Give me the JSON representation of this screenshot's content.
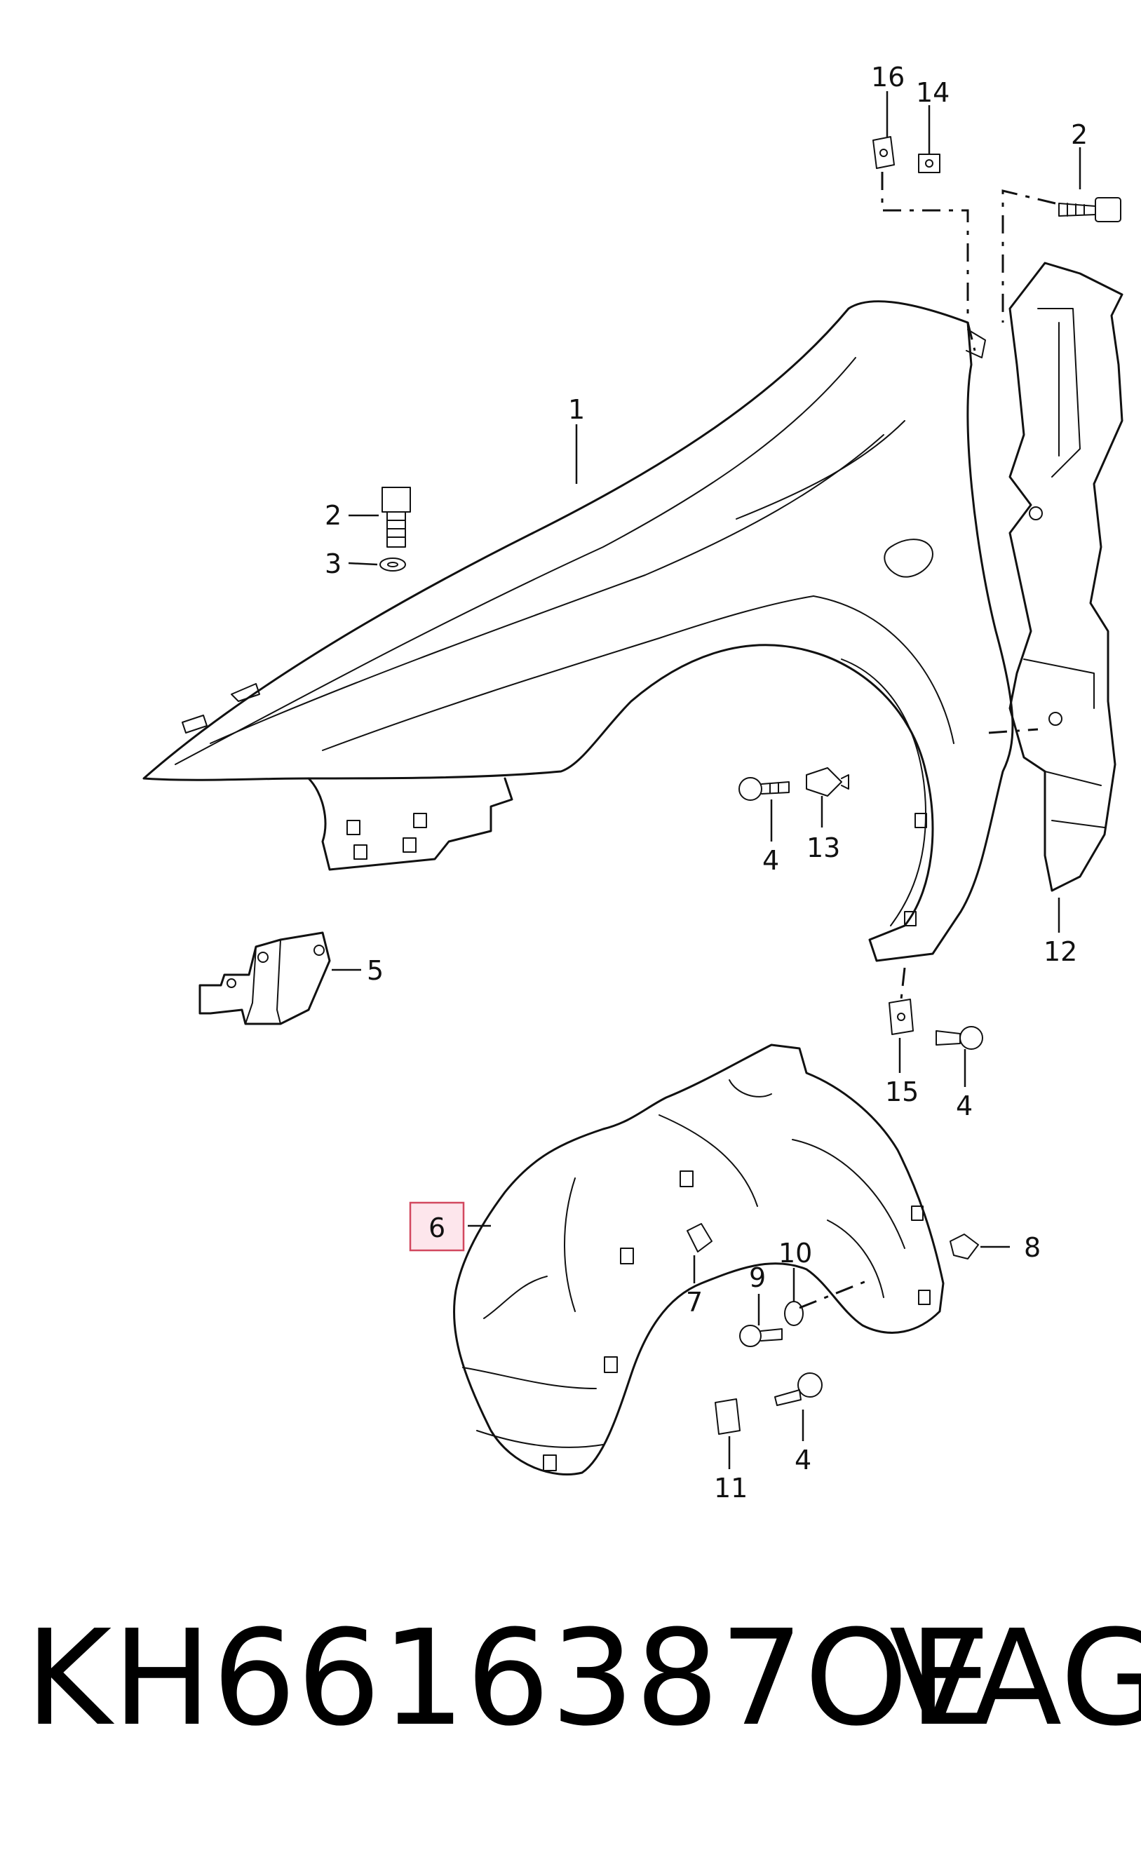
{
  "callouts": {
    "c1": "1",
    "c2a": "2",
    "c2b": "2",
    "c3": "3",
    "c4a": "4",
    "c4b": "4",
    "c4c": "4",
    "c5": "5",
    "c6": "6",
    "c7": "7",
    "c8": "8",
    "c9": "9",
    "c10": "10",
    "c11": "11",
    "c12": "12",
    "c13": "13",
    "c14": "14",
    "c15": "15",
    "c16": "16"
  },
  "footer": {
    "part_number": "KH6616387OE",
    "brand": "VAG"
  },
  "colors": {
    "line": "#111111",
    "highlight_fill": "#fde6ec",
    "highlight_stroke": "#d2485f"
  }
}
